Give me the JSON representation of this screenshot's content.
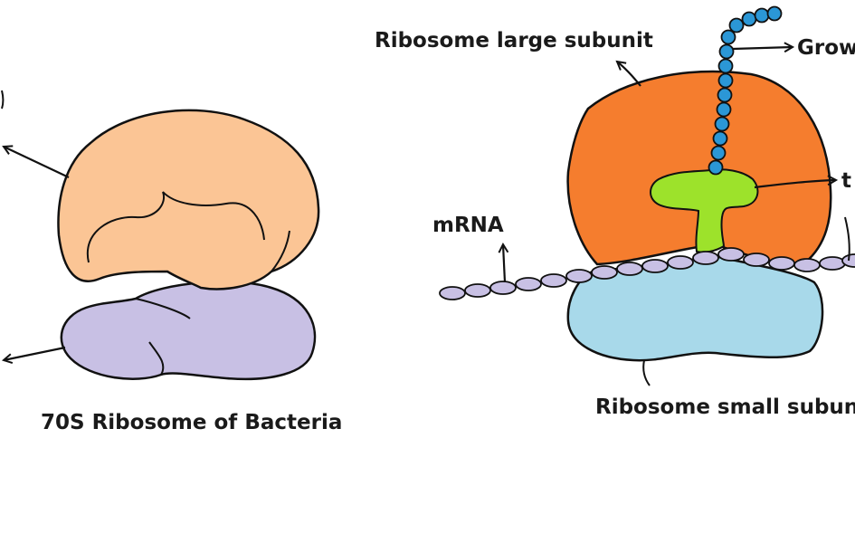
{
  "labels": {
    "large_subunit": "Ribosome large subunit",
    "growing_chain_partial": "Grow",
    "trna_partial": "t",
    "mrna": "mRNA",
    "small_subunit_partial": "Ribosome small subun",
    "caption": "70S Ribosome of Bacteria"
  },
  "colors": {
    "left_large_subunit": "#fbc595",
    "left_small_subunit": "#c8c0e4",
    "right_large_subunit": "#f57d2e",
    "right_small_subunit": "#a8d9ea",
    "trna": "#9de22b",
    "amino_acid_beads": "#2b97d6",
    "mrna_strand": "#c8c0e4",
    "outline": "#111111"
  }
}
